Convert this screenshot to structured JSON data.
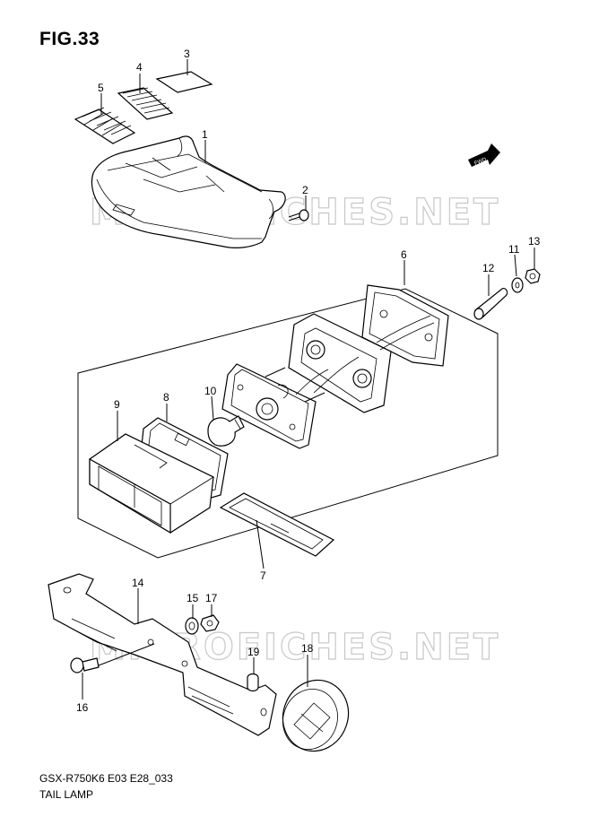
{
  "figure": {
    "title": "FIG.33",
    "model_code": "GSX-R750K6 E03 E28_033",
    "name": "TAIL LAMP"
  },
  "watermark": {
    "text": "MICROFICHES.NET"
  },
  "fwd_marker": {
    "text": "FWD"
  },
  "callouts": {
    "p1": "1",
    "p2": "2",
    "p3": "3",
    "p4": "4",
    "p5": "5",
    "p6": "6",
    "p7": "7",
    "p8": "8",
    "p9": "9",
    "p10": "10",
    "p11": "11",
    "p12": "12",
    "p13": "13",
    "p14": "14",
    "p15": "15",
    "p16": "16",
    "p17": "17",
    "p18": "18",
    "p19": "19"
  }
}
